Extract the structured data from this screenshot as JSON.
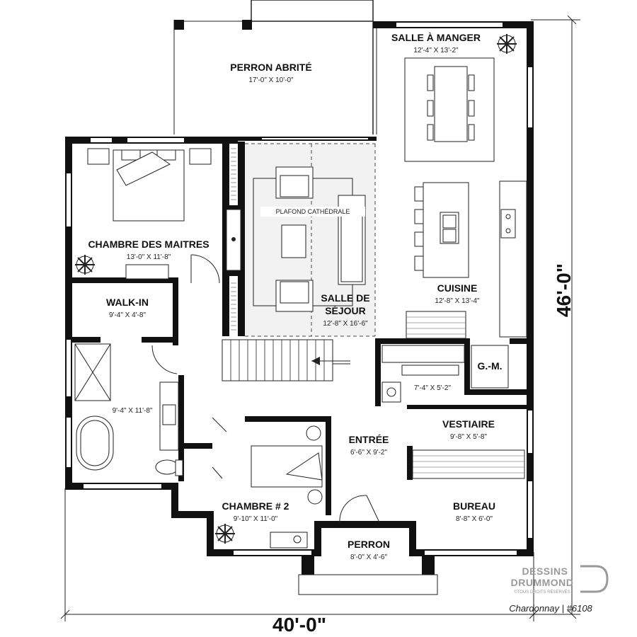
{
  "plan": {
    "rooms": [
      {
        "name": "PERRON ABRITÉ",
        "dims": "17'-0\" X 10'-0\""
      },
      {
        "name": "SALLE À MANGER",
        "dims": "12'-4\" X 13'-2\""
      },
      {
        "name": "CHAMBRE DES MAITRES",
        "dims": "13'-0\" X 11'-8\""
      },
      {
        "name": "WALK-IN",
        "dims": "9'-4\" X 4'-8\""
      },
      {
        "name": "SALLE DE",
        "name2": "SÉJOUR",
        "dims": "12'-8\" X 16'-6\""
      },
      {
        "name": "CUISINE",
        "dims": "12'-8\" X 13'-4\""
      },
      {
        "name": "G.-M.",
        "dims": ""
      },
      {
        "name": "",
        "dims": "7'-4\" X 5'-2\""
      },
      {
        "name": "",
        "dims": "9'-4\" X 11'-8\""
      },
      {
        "name": "VESTIAIRE",
        "dims": "9'-8\" X 5'-8\""
      },
      {
        "name": "ENTRÉE",
        "dims": "6'-6\" X 9'-2\""
      },
      {
        "name": "CHAMBRE # 2",
        "dims": "9'-10\" X 11'-0\""
      },
      {
        "name": "BUREAU",
        "dims": "8'-8\" X 6'-0\""
      },
      {
        "name": "PERRON",
        "dims": "8'-0\" X 4'-6\""
      }
    ],
    "notes": {
      "ceiling": "PLAFOND CATHÉDRALE"
    },
    "overall": {
      "width": "40'-0\"",
      "depth": "46'-0\""
    },
    "brand": {
      "line1": "DESSINS",
      "line2": "DRUMMOND",
      "rights": "©TOUS DROITS RÉSERVÉS",
      "credit": "Chardonnay | #6108"
    }
  }
}
